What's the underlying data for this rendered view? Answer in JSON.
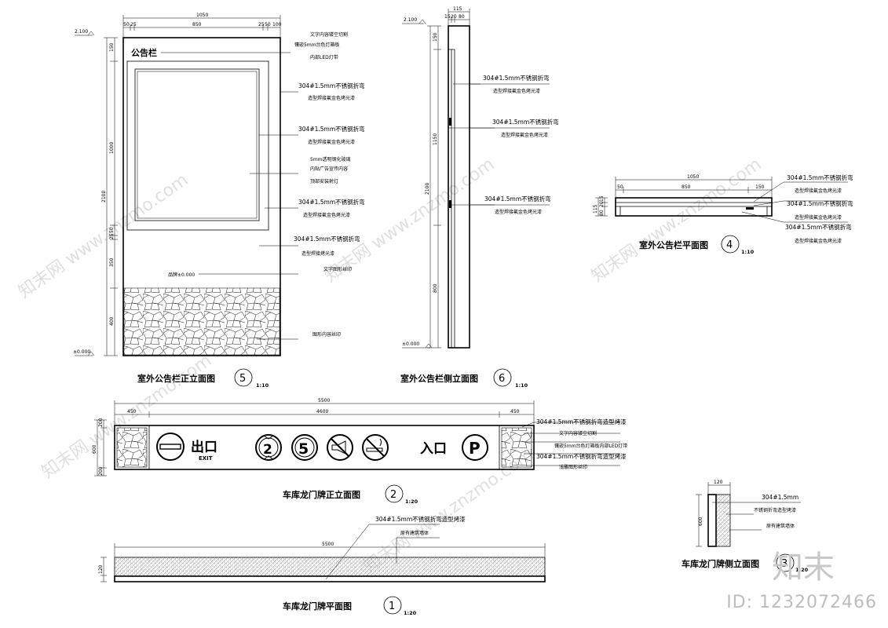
{
  "watermark": {
    "text": "知末网 www.znzmo.com",
    "logo": "知末",
    "id": "ID: 1232072466"
  },
  "front5": {
    "elev_top": "2.100",
    "elev_bottom": "±0.000",
    "ground_mark": "品牌±0.000",
    "dims_top": [
      "1050",
      "50",
      "25",
      "850",
      "25",
      "50",
      "100"
    ],
    "dims_left": [
      "150",
      "1000",
      "50",
      "25",
      "350",
      "400",
      "2100"
    ],
    "panel_title": "公告栏",
    "labels": [
      [
        "文字内容镂空切割",
        "镶嵌5mm台色灯箱板",
        "内部LED灯带"
      ],
      [
        "304#1.5mm不锈钢折弯",
        "造型焊接氟金色烤光漆"
      ],
      [
        "304#1.5mm不锈钢折弯",
        "造型焊接氟金色烤光漆"
      ],
      [
        "5mm透明钢化玻璃",
        "内贴广告宣传内容",
        "顶部安装射灯"
      ],
      [
        "304#1.5mm不锈钢折弯",
        "造型焊接氟金色烤光漆"
      ],
      [
        "304#1.5mm不锈钢折弯",
        "造型焊接烤光漆"
      ],
      [
        "文字图形丝印"
      ],
      [
        "图形内容丝印"
      ]
    ],
    "title": "室外公告栏正立面图",
    "num": "5",
    "scale": "1:10"
  },
  "side6": {
    "elev_top": "2.100",
    "elev_bottom": "±0.000",
    "dims_top": [
      "115",
      "15",
      "20",
      "80"
    ],
    "dims_left": [
      "150",
      "1150",
      "2100",
      "800"
    ],
    "labels": [
      [
        "304#1.5mm不锈钢折弯",
        "造型焊接氟金色烤光漆"
      ],
      [
        "304#1.5mm不锈钢折弯",
        "造型焊接氟金色烤光漆"
      ],
      [
        "304#1.5mm不锈钢折弯",
        "造型焊接氟金色烤光漆"
      ]
    ],
    "title": "室外公告栏侧立面图",
    "num": "6",
    "scale": "1:10"
  },
  "plan4": {
    "dims_top": [
      "1050",
      "50",
      "850",
      "150"
    ],
    "dims_left": [
      "115",
      "15",
      "20",
      "80"
    ],
    "labels": [
      [
        "304#1.5mm不锈钢折弯",
        "造型焊接氟金色烤光漆"
      ],
      [
        "304#1.5mm不锈钢折弯",
        "造型焊接氟金色烤光漆"
      ],
      [
        "304#1.5mm不锈钢折弯",
        "造型焊接氟金色烤光漆"
      ]
    ],
    "title": "室外公告栏平面图",
    "num": "4",
    "scale": "1:10"
  },
  "garage2": {
    "dims_top": [
      "5500",
      "450",
      "4600",
      "450"
    ],
    "dims_left": [
      "200",
      "600",
      "200"
    ],
    "exit_cn": "出口",
    "exit_en": "EXIT",
    "entry_cn": "入口",
    "limit_num": "2",
    "speed_num": "5",
    "parking": "P",
    "labels": [
      [
        "304#1.5mm不锈钢折弯造型烤漆"
      ],
      [
        "文字内容镂空切割"
      ],
      [
        "镶嵌5mm台色灯箱板内部LED灯带"
      ],
      [
        "304#1.5mm不锈钢折弯造型烤漆"
      ],
      [
        "浅雕图形丝印"
      ]
    ],
    "title": "车库龙门牌正立面图",
    "num": "2",
    "scale": "1:20"
  },
  "garage1": {
    "dim": "5500",
    "dim_left": "120",
    "labels": [
      [
        "304#1.5mm不锈钢折弯造型烤漆"
      ],
      [
        "原有建筑墙体"
      ]
    ],
    "title": "车库龙门牌平面图",
    "num": "1",
    "scale": "1:20"
  },
  "garage3": {
    "dims_top": [
      "120"
    ],
    "dims_left": [
      "600"
    ],
    "labels": [
      [
        "304#1.5mm"
      ],
      [
        "不锈钢折弯造型烤漆"
      ],
      [
        "原有建筑墙体"
      ]
    ],
    "title": "车库龙门牌侧立面图",
    "num": "3",
    "scale": "1:20"
  }
}
